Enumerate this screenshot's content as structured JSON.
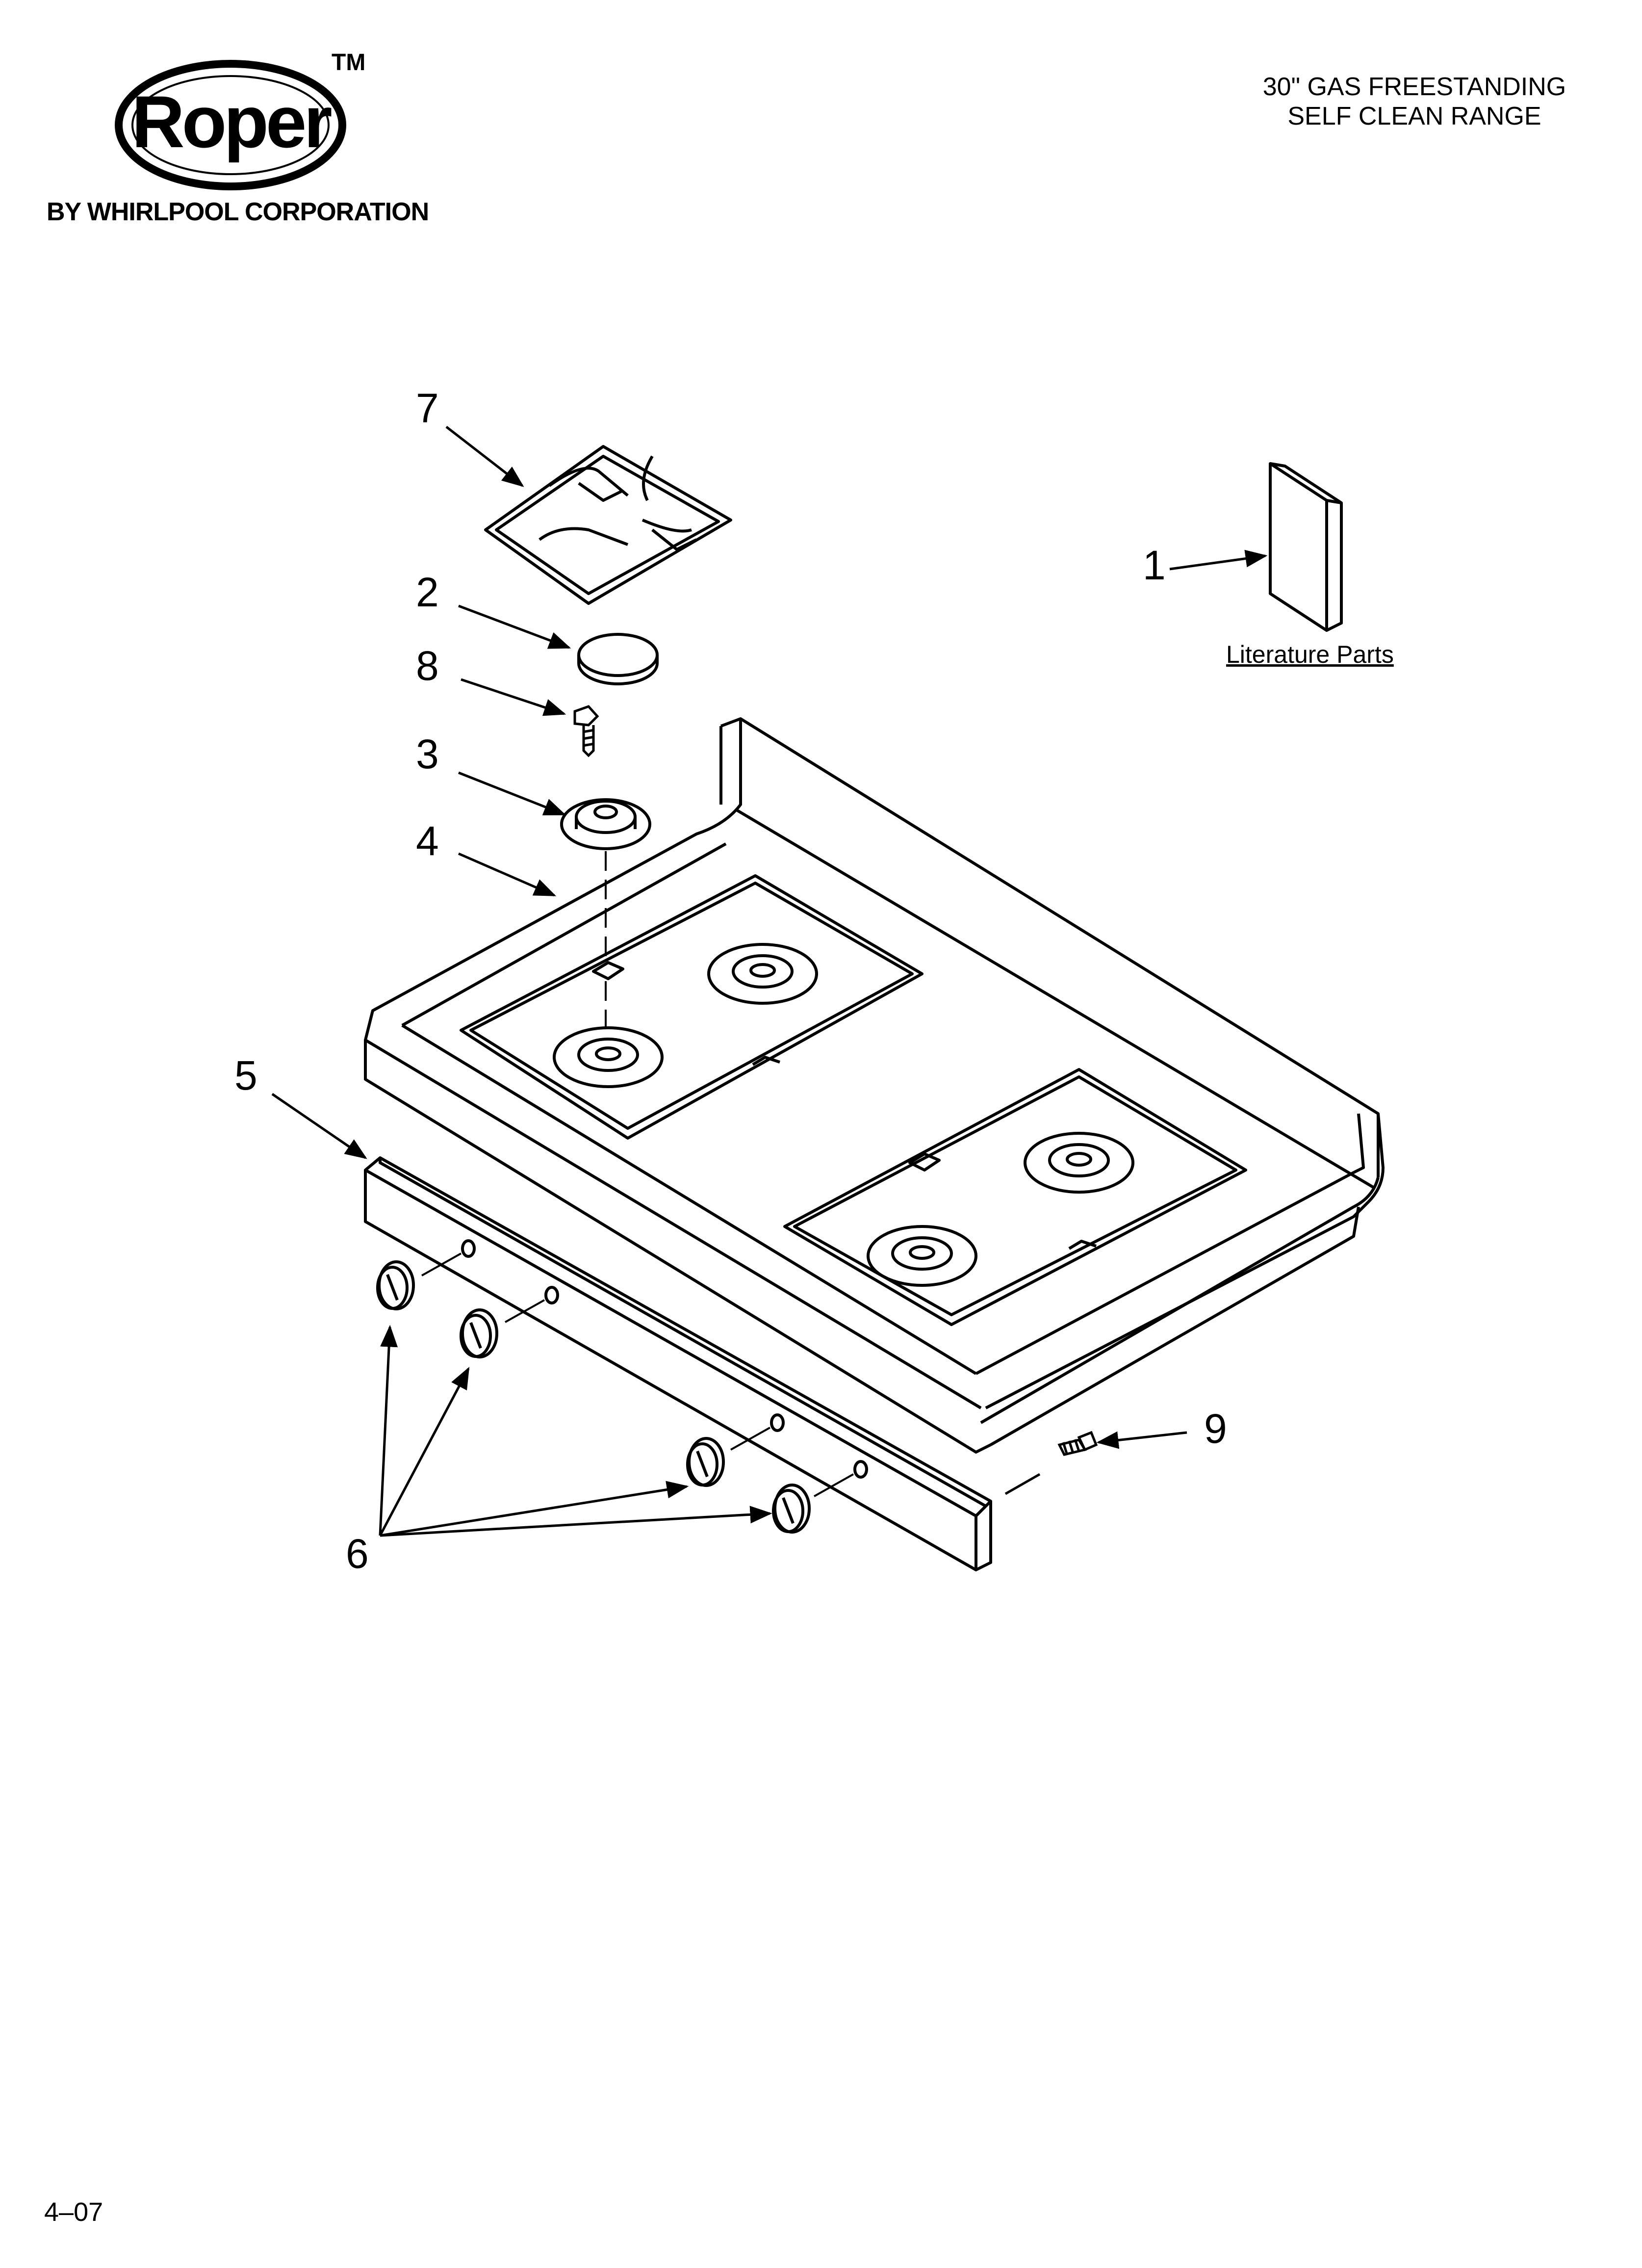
{
  "brand": {
    "logo_text": "Roper",
    "trademark": "TM",
    "subline": "BY WHIRLPOOL CORPORATION"
  },
  "header": {
    "title_line1": "30\" GAS FREESTANDING",
    "title_line2": "SELF CLEAN RANGE"
  },
  "callouts": {
    "c1": "1",
    "c2": "2",
    "c3": "3",
    "c4": "4",
    "c5": "5",
    "c6": "6",
    "c7": "7",
    "c8": "8",
    "c9": "9"
  },
  "literature": {
    "label": "Literature Parts"
  },
  "footer": {
    "page_code": "4–07"
  },
  "colors": {
    "line": "#000000",
    "background": "#ffffff"
  }
}
